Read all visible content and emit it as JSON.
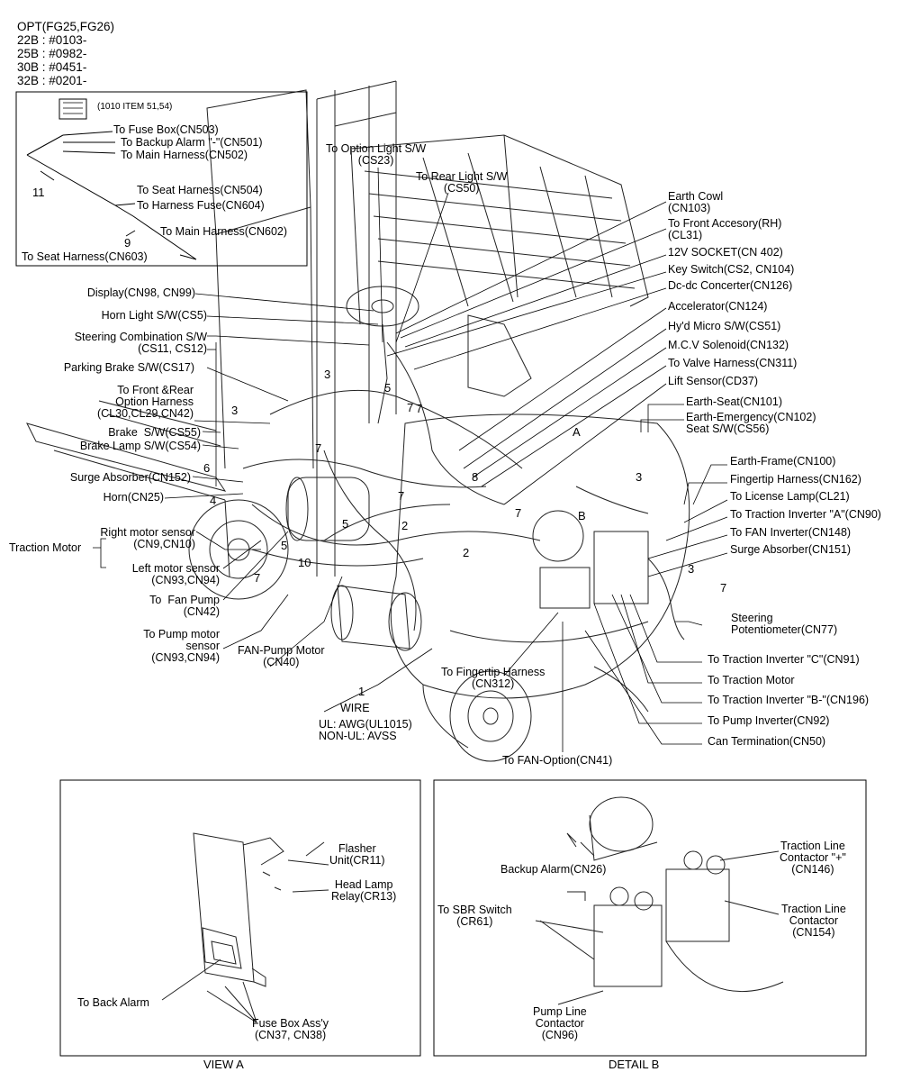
{
  "header": {
    "opt": "OPT(FG25,FG26)",
    "serials": [
      "22B : #0103-",
      "25B : #0982-",
      "30B : #0451-",
      "32B : #0201-"
    ]
  },
  "inset": {
    "item_ref": "(1010 ITEM 51,54)",
    "labels": [
      "To Fuse Box(CN503)",
      "To Backup Alarm \"-\"(CN501)",
      "To Main Harness(CN502)",
      "To Seat Harness(CN504)",
      "To Harness Fuse(CN604)",
      "To Main Harness(CN602)",
      "To Seat Harness(CN603)"
    ],
    "numbers": [
      "11",
      "9"
    ]
  },
  "top_labels": [
    "To Option Light S/W\n(CS23)",
    "To Rear Light S/W\n(CS50)"
  ],
  "left_labels": [
    "Display(CN98, CN99)",
    "Horn Light S/W(CS5)",
    "Steering Combination S/W\n(CS11, CS12)",
    "Parking Brake S/W(CS17)",
    "To Front &Rear\nOption Harness\n(CL30,CL29,CN42)",
    "Brake  S/W(CS55)",
    "Brake Lamp S/W(CS54)",
    "Surge Absorber(CN152)",
    "Horn(CN25)",
    "Right motor sensor\n(CN9,CN10)",
    "Traction Motor",
    "Left motor sensor\n(CN93,CN94)",
    "To  Fan Pump\n(CN42)",
    "To Pump motor\nsensor\n(CN93,CN94)"
  ],
  "right_labels": [
    "Earth Cowl\n(CN103)",
    "To Front Accesory(RH)\n(CL31)",
    "12V SOCKET(CN 402)",
    "Key Switch(CS2, CN104)",
    "Dc-dc Concerter(CN126)",
    "Accelerator(CN124)",
    "Hy'd Micro S/W(CS51)",
    "M.C.V Solenoid(CN132)",
    "To Valve Harness(CN311)",
    "Lift Sensor(CD37)",
    "Earth-Seat(CN101)",
    "Earth-Emergency(CN102)\nSeat S/W(CS56)",
    "Earth-Frame(CN100)",
    "Fingertip Harness(CN162)",
    "To License Lamp(CL21)",
    "To Traction Inverter \"A\"(CN90)",
    "To FAN Inverter(CN148)",
    "Surge Absorber(CN151)",
    "Steering\nPotentiometer(CN77)",
    "To Traction Inverter \"C\"(CN91)",
    "To Traction Motor",
    "To Traction Inverter \"B-\"(CN196)",
    "To Pump Inverter(CN92)",
    "Can Termination(CN50)"
  ],
  "bottom_labels": [
    "FAN-Pump Motor\n(CN40)",
    "To Fingertip Harness\n(CN312)",
    "To FAN-Option(CN41)"
  ],
  "wire_note": {
    "number": "1",
    "title": "WIRE",
    "spec": "UL: AWG(UL1015)\nNON-UL: AVSS"
  },
  "part_numbers": [
    "3",
    "5",
    "7",
    "3",
    "7",
    "6",
    "4",
    "7",
    "5",
    "2",
    "5",
    "7",
    "8",
    "7",
    "2",
    "3",
    "3",
    "7",
    "10",
    "7",
    "A",
    "B"
  ],
  "view_a": {
    "title": "VIEW A",
    "labels": [
      "Flasher\nUnit(CR11)",
      "Head Lamp\nRelay(CR13)",
      "To Back Alarm",
      "Fuse Box Ass'y\n(CN37, CN38)"
    ]
  },
  "detail_b": {
    "title": "DETAIL B",
    "labels": [
      "Backup Alarm(CN26)",
      "Traction Line\nContactor \"+\"\n(CN146)",
      "To SBR Switch\n(CR61)",
      "Traction Line\nContactor\n(CN154)",
      "Pump Line\nContactor\n(CN96)"
    ]
  }
}
